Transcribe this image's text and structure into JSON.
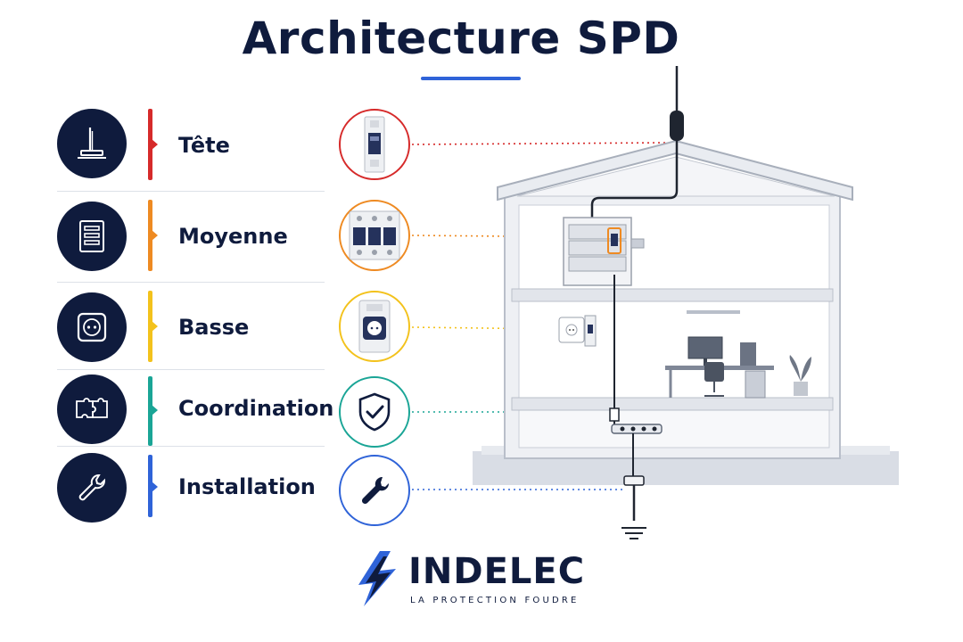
{
  "title": "Architecture SPD",
  "rows": [
    {
      "label": "Tête",
      "icon": "lightning-rod-icon",
      "color": "#d62a2a"
    },
    {
      "label": "Moyenne",
      "icon": "distribution-panel-icon",
      "color": "#ee8a22"
    },
    {
      "label": "Basse",
      "icon": "power-socket-icon",
      "color": "#f3c21c"
    },
    {
      "label": "Coordination",
      "icon": "puzzle-icon",
      "color": "#1aa596"
    },
    {
      "label": "Installation",
      "icon": "wrench-icon",
      "color": "#2f63d8"
    }
  ],
  "products": [
    {
      "icon": "din-rail-surge-protector-icon"
    },
    {
      "icon": "three-pole-surge-protector-icon"
    },
    {
      "icon": "socket-surge-protector-icon"
    },
    {
      "icon": "shield-check-icon"
    },
    {
      "icon": "wrench-icon"
    }
  ],
  "brand": {
    "name": "INDELEC",
    "tagline": "LA PROTECTION FOUDRE",
    "icon": "lightning-bolt-logo-icon"
  }
}
